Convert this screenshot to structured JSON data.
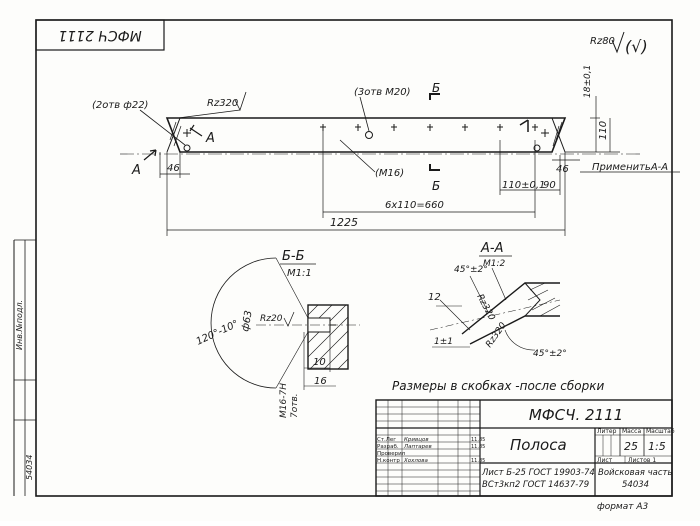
{
  "stamp_top": "МФСЧ 2111",
  "roughness_general": "Rz80",
  "roughness_general_check": "(√)",
  "roughness_320": "Rz320",
  "note_holes_22": "(2отв ф22)",
  "note_threads_m20": "(3отв М20)",
  "note_m16": "(М16)",
  "section_mark": "Б",
  "view_mark": "А",
  "note_apply": "ПрименитьА-А",
  "dims": {
    "d46_left": "46",
    "d46_right": "46",
    "d18": "18±0,1",
    "d110_height": "110",
    "d110_right": "110±0,1",
    "d90": "90",
    "d660": "6х110=660",
    "d1225": "1225"
  },
  "section_bb": {
    "title": "Б-Б",
    "scale": "М1:1",
    "angle": "120°-10°",
    "diam": "ф63",
    "rz": "Rz20",
    "d10": "10",
    "d16": "16",
    "thread_note": "М16-7Н",
    "thread_note2": "7отв."
  },
  "view_aa": {
    "title": "А-А",
    "scale": "М1:2",
    "angle_top": "45°±2°",
    "rz_top": "Rz320",
    "d12": "12",
    "chamfer": "1±1",
    "rz_bottom": "Rz320",
    "angle_bottom": "45°±2°"
  },
  "note_brackets": "Размеры в скобках -после сборки",
  "title_block": {
    "doc_number": "МФСЧ. 2111",
    "part_name": "Полоса",
    "lit_header": "Литер",
    "mass_header": "Масса",
    "scale_header": "Масштаб",
    "mass_value": "25",
    "scale_value": "1:5",
    "sheet_label": "Лист",
    "sheets_label": "Листов 1",
    "material_line1": "Лист Б-25 ГОСТ 19903-74",
    "material_line2": "ВСт3кп2 ГОСТ 14637-79",
    "org_line1": "Войсковая часть",
    "org_line2": "54034",
    "rows": [
      {
        "role": "Ст.Лег",
        "name": "Кривцов",
        "date": "11.85"
      },
      {
        "role": "Разраб.",
        "name": "Лаптарев",
        "date": "11.85"
      },
      {
        "role": "Проверил",
        "name": "",
        "date": ""
      },
      {
        "role": "Н.контр",
        "name": "Хохлова",
        "date": "11.85"
      }
    ]
  },
  "format_label": "формат А3",
  "side_inv": "Инв.№подл.",
  "side_num": "54034"
}
